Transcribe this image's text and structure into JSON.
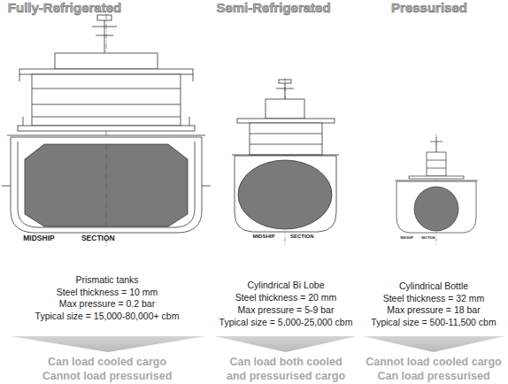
{
  "diagram": {
    "labels": [
      "Fully-Refrigerated",
      "Semi-Refrigerated",
      "Pressurised",
      "MIDSHIP SECTION",
      "MIDSHIP SECTION",
      "MIDSHIP SECTION",
      "Prismatic tanks",
      "Steel thickness = 10 mm",
      "Max pressure = 0.2 bar",
      "Typical size = 15,000-80,000+ cbm",
      "Cylindrical Bi Lobe",
      "Steel thickness = 20 mm",
      "Max pressure = 5-9 bar",
      "Typical size = 5,000-25,000 cbm",
      "Cylindrical Bottle",
      "Steel thickness = 32 mm",
      "Max pressure = 18 bar",
      "Typical size = 500-11,500 cbm",
      "Can load cooled cargo",
      "Cannot load pressurised",
      "Can load both cooled and pressurised cargo",
      "Cannot load cooled cargo",
      "Can load pressurised"
    ]
  }
}
